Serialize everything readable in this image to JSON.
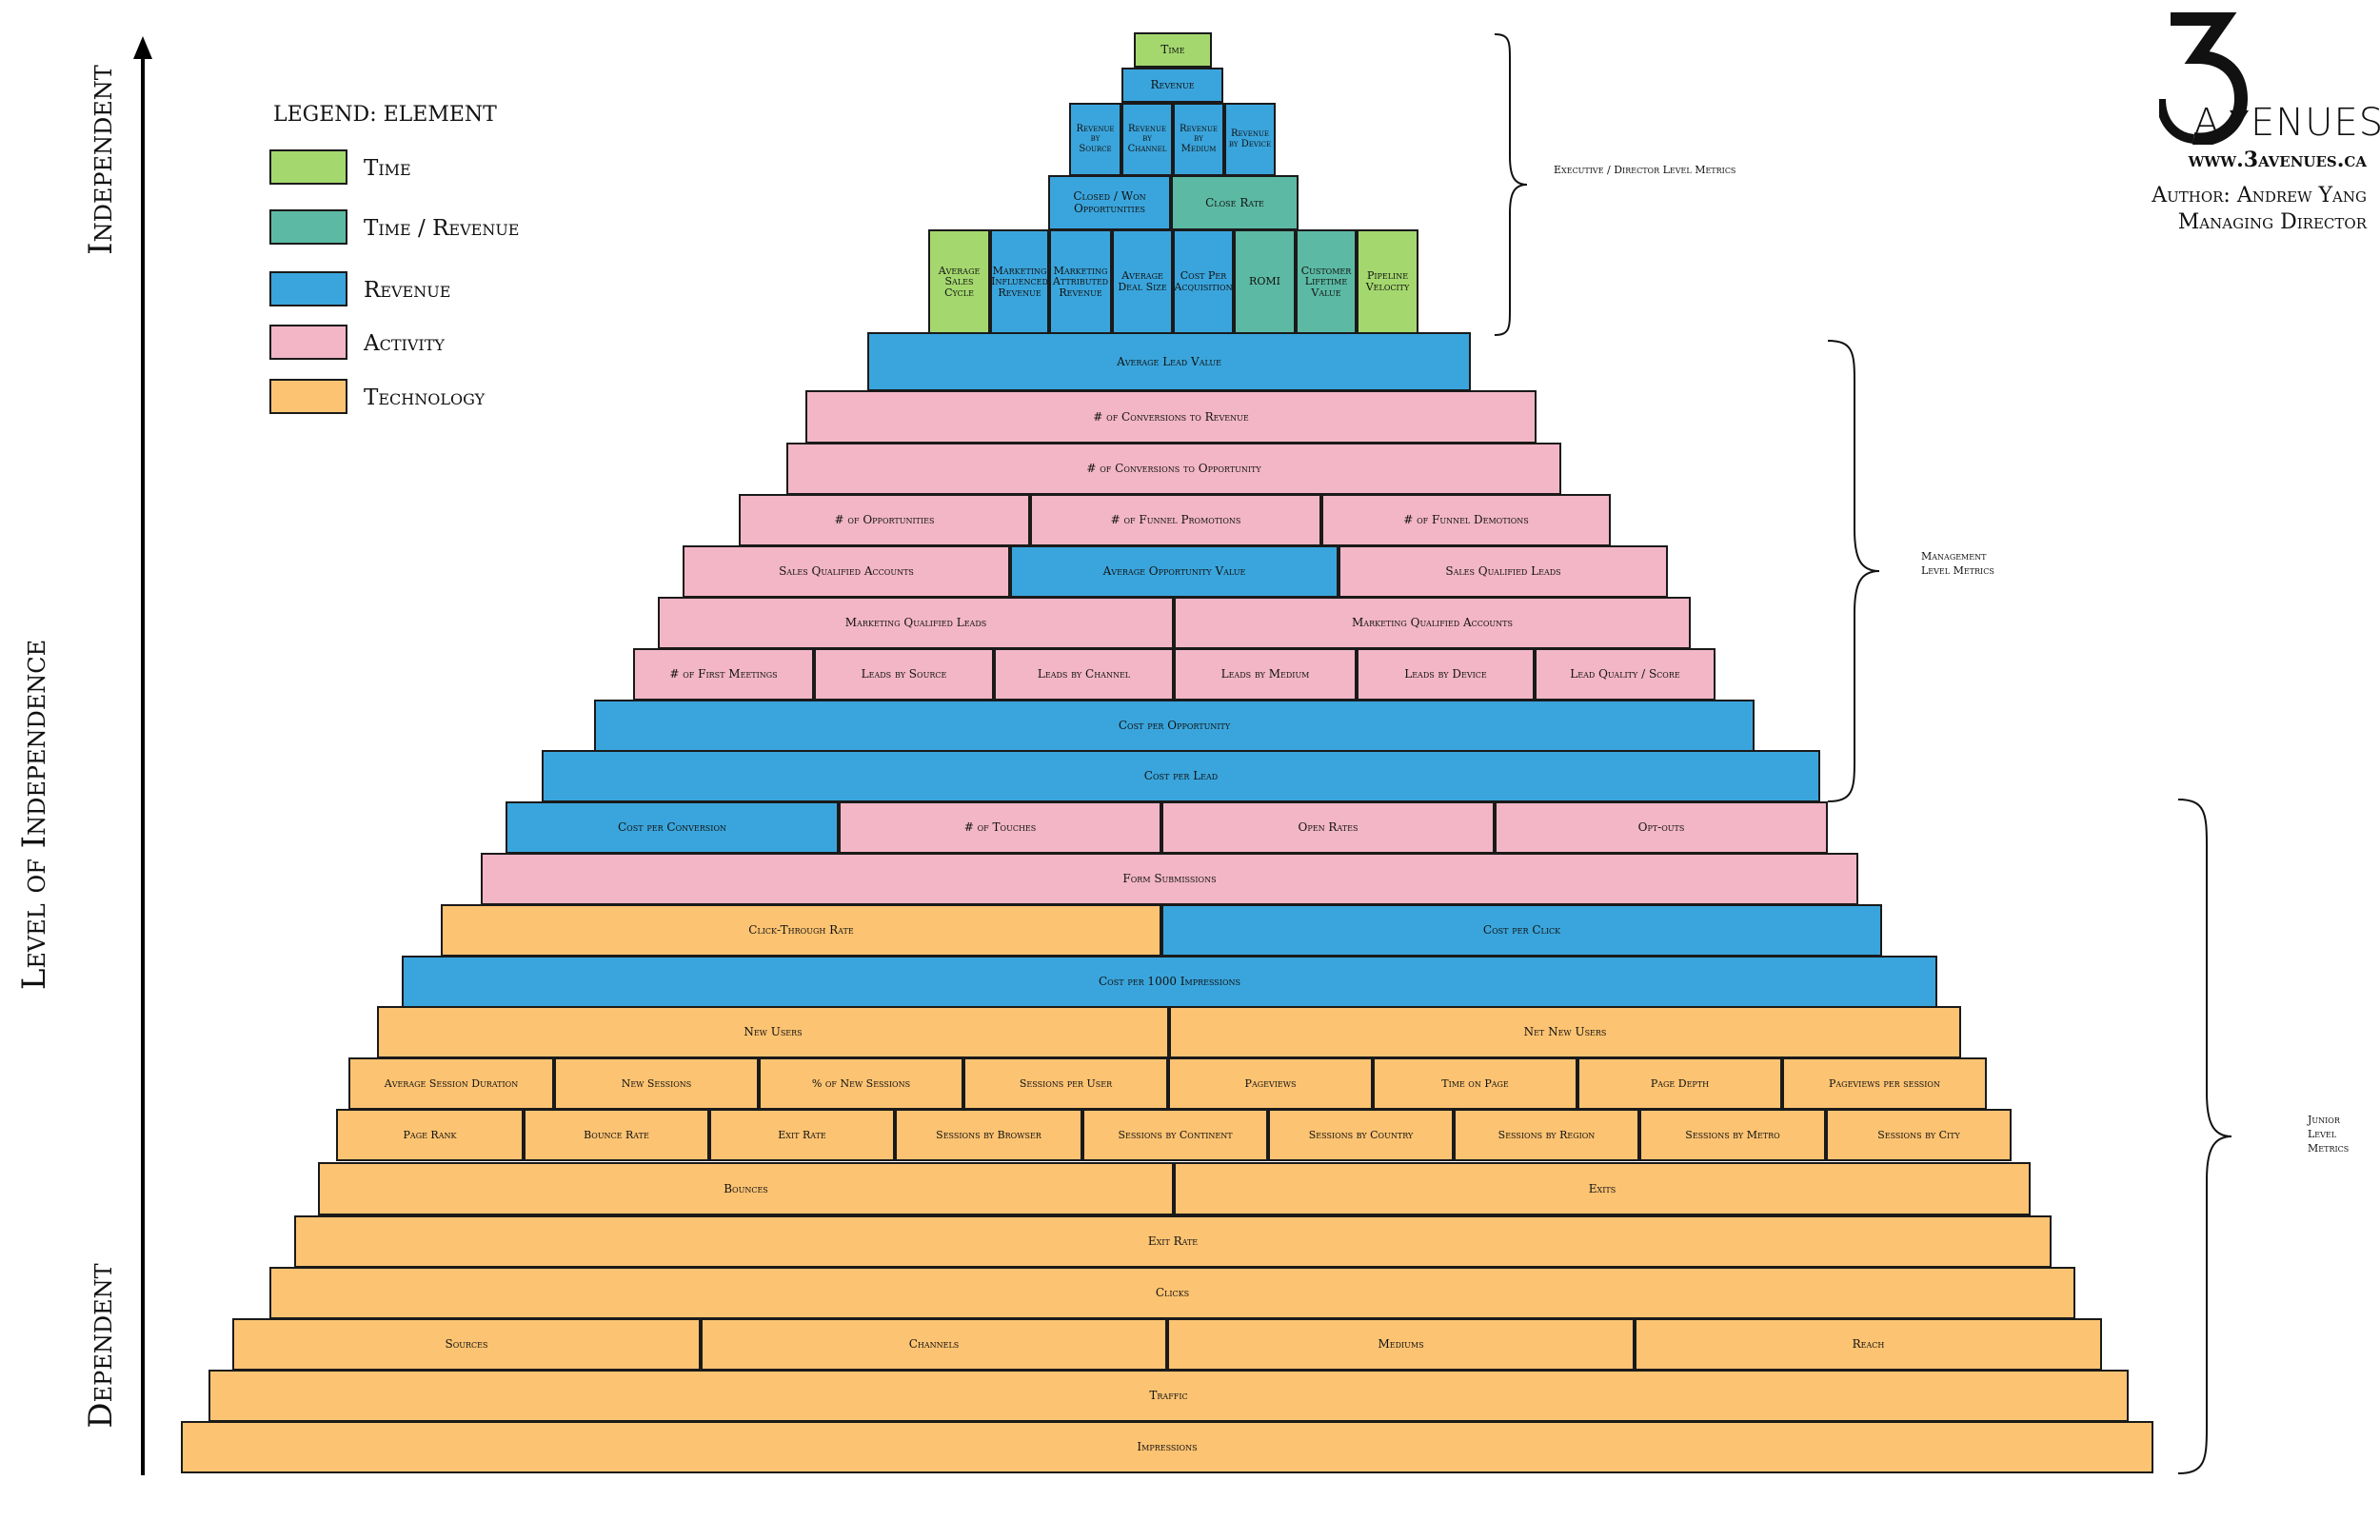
{
  "legend": {
    "title": "LEGEND: ELEMENT",
    "items": [
      {
        "label": "Time",
        "color": "#a4d86e"
      },
      {
        "label": "Time / Revenue",
        "color": "#5cbaa4"
      },
      {
        "label": "Revenue",
        "color": "#3aa5dc"
      },
      {
        "label": "Activity",
        "color": "#f2b6c6"
      },
      {
        "label": "Technology",
        "color": "#fcc372"
      }
    ]
  },
  "axis": {
    "title": "Level of Independence",
    "top_label": "Independent",
    "bottom_label": "Dependent"
  },
  "brand": {
    "logo_text": "3AVENUES",
    "website": "www.3avenues.ca",
    "author": "Author: Andrew Yang",
    "role": "Managing Director"
  },
  "brackets": {
    "executive": "Executive / Director Level Metrics",
    "management": "Management Level Metrics",
    "junior": "Junior Level Metrics"
  },
  "pyramid": {
    "row01": [
      "Time"
    ],
    "row02": [
      "Revenue"
    ],
    "row03": [
      "Revenue by Source",
      "Revenue by Channel",
      "Revenue by Medium",
      "Revenue by Device"
    ],
    "row04": [
      "Closed / Won Opportunities",
      "Close Rate"
    ],
    "row05": [
      "Average Sales Cycle",
      "Marketing Influenced Revenue",
      "Marketing Attributed Revenue",
      "Average Deal Size",
      "Cost Per Acquisition",
      "ROMI",
      "Customer Lifetime Value",
      "Pipeline Velocity"
    ],
    "row06": [
      "Average Lead Value"
    ],
    "row07": [
      "# of Conversions to Revenue"
    ],
    "row08": [
      "# of Conversions to Opportunity"
    ],
    "row09": [
      "# of Opportunities",
      "# of Funnel Promotions",
      "# of Funnel Demotions"
    ],
    "row10": [
      "Sales Qualified Accounts",
      "Average Opportunity Value",
      "Sales Qualified Leads"
    ],
    "row11": [
      "Marketing Qualified Leads",
      "Marketing Qualified Accounts"
    ],
    "row12": [
      "# of First Meetings",
      "Leads by Source",
      "Leads by Channel",
      "Leads by Medium",
      "Leads by Device",
      "Lead Quality / Score"
    ],
    "row13": [
      "Cost per Opportunity"
    ],
    "row14": [
      "Cost per Lead"
    ],
    "row15": [
      "Cost per Conversion",
      "# of Touches",
      "Open Rates",
      "Opt-outs"
    ],
    "row16": [
      "Form Submissions"
    ],
    "row17": [
      "Click-Through Rate",
      "Cost per Click"
    ],
    "row18": [
      "Cost per 1000 Impressions"
    ],
    "row19": [
      "New Users",
      "Net New Users"
    ],
    "row20": [
      "Average Session Duration",
      "New Sessions",
      "% of New Sessions",
      "Sessions per User",
      "Pageviews",
      "Time on Page",
      "Page Depth",
      "Pageviews per session"
    ],
    "row21": [
      "Page Rank",
      "Bounce Rate",
      "Exit Rate",
      "Sessions by Browser",
      "Sessions by Continent",
      "Sessions by Country",
      "Sessions by Region",
      "Sessions by Metro",
      "Sessions by City"
    ],
    "row22": [
      "Bounces",
      "Exits"
    ],
    "row23": [
      "Exit Rate"
    ],
    "row24": [
      "Clicks"
    ],
    "row25": [
      "Sources",
      "Channels",
      "Mediums",
      "Reach"
    ],
    "row26": [
      "Traffic"
    ],
    "row27": [
      "Impressions"
    ]
  }
}
